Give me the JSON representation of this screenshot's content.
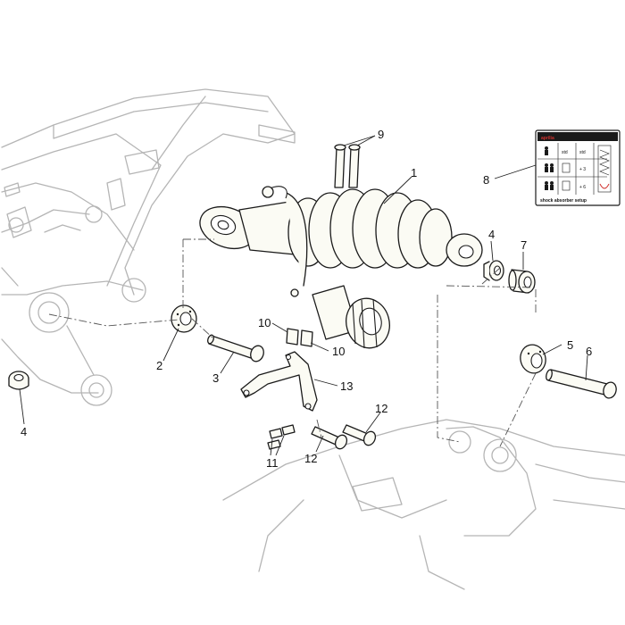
{
  "callouts": {
    "c1": "1",
    "c2": "2",
    "c3": "3",
    "c4a": "4",
    "c4b": "4",
    "c5": "5",
    "c6": "6",
    "c7": "7",
    "c8": "8",
    "c9": "9",
    "c10a": "10",
    "c10b": "10",
    "c11": "11",
    "c12a": "12",
    "c12b": "12",
    "c13": "13"
  },
  "setup_label": {
    "brand": "aprilia",
    "col_std_1": "std",
    "col_std_2": "std",
    "row_plus_3": "+ 3",
    "row_plus_6": "+ 6",
    "footer": "shock absorber setup"
  },
  "colors": {
    "frame": "#b5b5b5",
    "part_outline": "#1a1a1a",
    "part_fill": "#fbfbf4",
    "label_accent": "#d0312d"
  }
}
